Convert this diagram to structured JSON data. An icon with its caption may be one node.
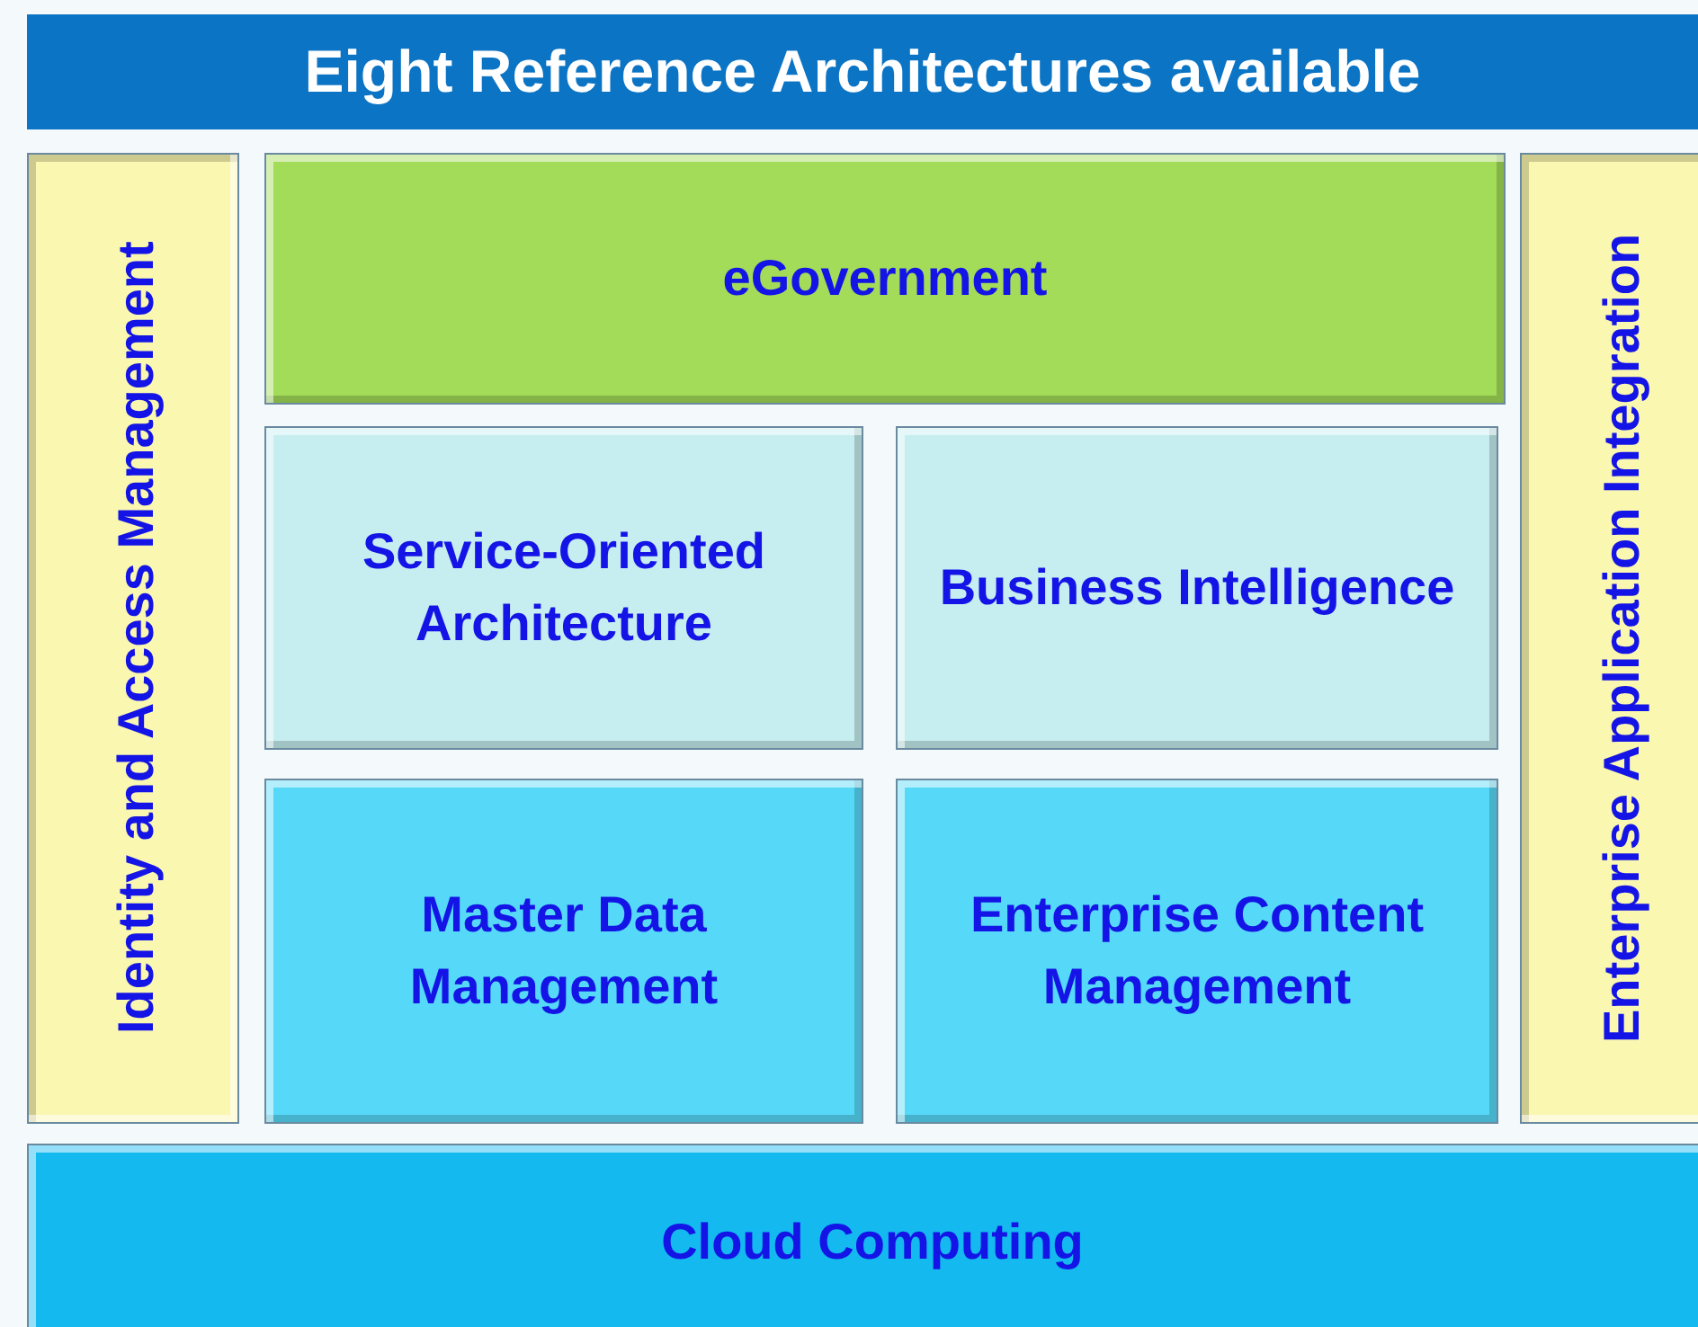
{
  "diagram": {
    "title": "Eight Reference Architectures available",
    "nodes": [
      {
        "text": [
          "Identity and Access Management"
        ]
      },
      {
        "text": [
          "eGovernment"
        ]
      },
      {
        "text": [
          "Service-Oriented Architecture"
        ]
      },
      {
        "text": [
          "Business Intelligence"
        ]
      },
      {
        "text": [
          "Master Data Management"
        ]
      },
      {
        "text": [
          "Enterprise Content Management"
        ]
      },
      {
        "text": [
          "Enterprise Application Integration"
        ]
      },
      {
        "text": [
          "Cloud Computing"
        ]
      }
    ]
  }
}
